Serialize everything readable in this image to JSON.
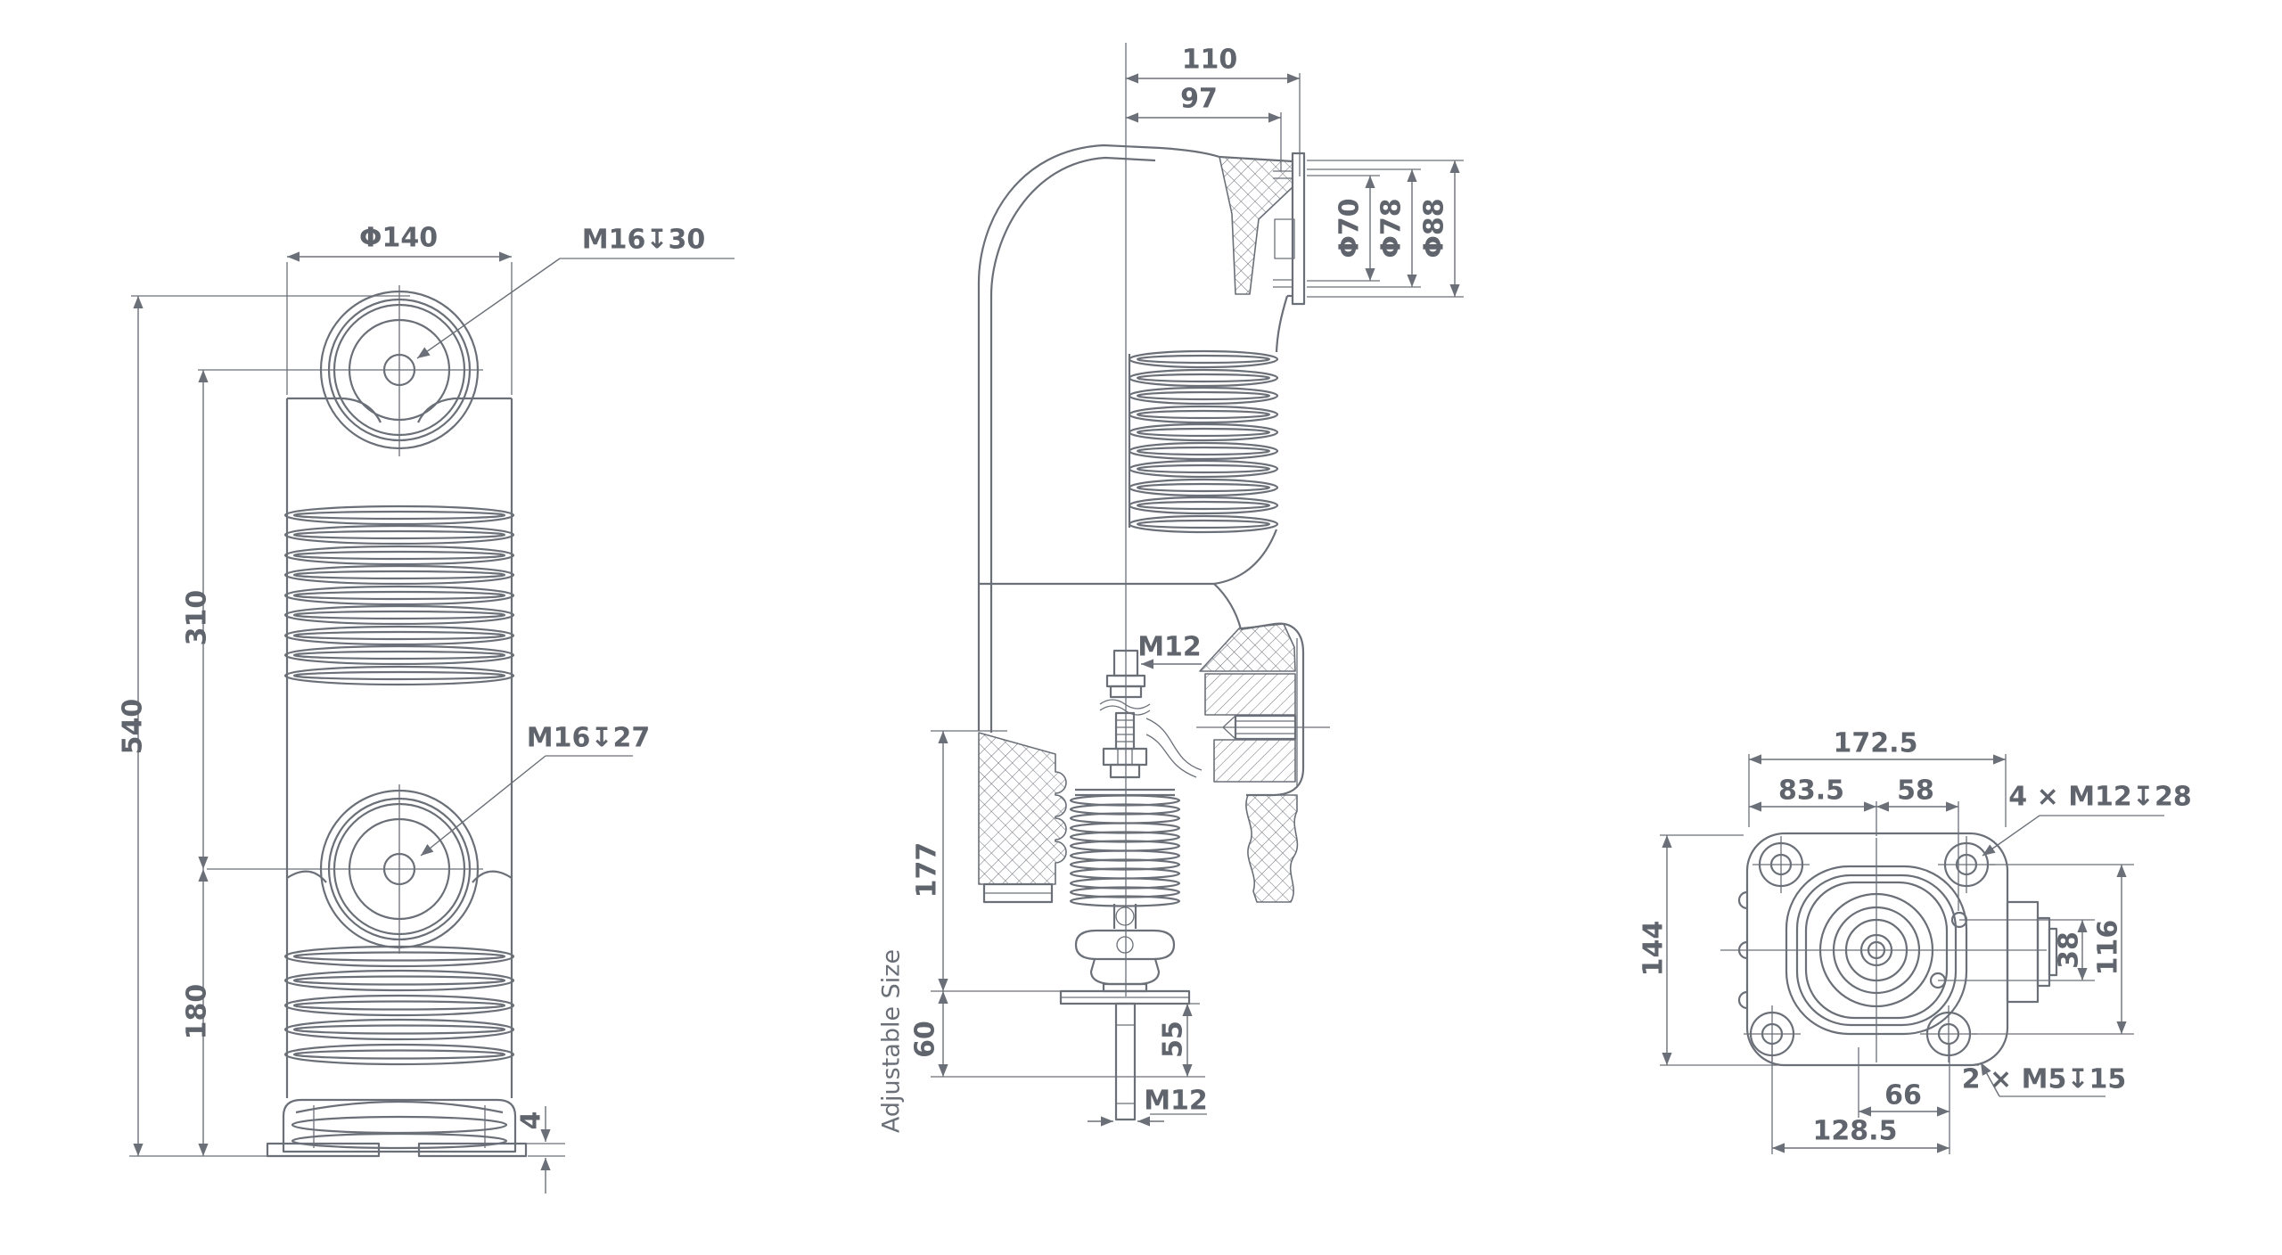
{
  "colors": {
    "line": "#6b7078",
    "text": "#60646c",
    "background": "#ffffff"
  },
  "front_view": {
    "dia": "Φ140",
    "thread_upper": "M16↧30",
    "thread_lower": "M16↧27",
    "height_total": "540",
    "center_spacing": "310",
    "lower_spacing": "180",
    "base_thickness": "4"
  },
  "side_view": {
    "width_total": "110",
    "width_inner": "97",
    "dia_inner": "Φ70",
    "dia_mid": "Φ78",
    "dia_outer": "Φ88",
    "thread_mid": "M12",
    "insulator_height": "177",
    "adjustable_gap": "60",
    "rod_length": "55",
    "thread_bottom": "M12",
    "note_adjustable": "Adjustable Size"
  },
  "bottom_view": {
    "width_total": "172.5",
    "offset_left": "83.5",
    "offset_right": "58",
    "thread_corner": "4 × M12↧28",
    "height_total": "144",
    "hole_spacing": "38",
    "hole_row_spacing": "116",
    "bottom_offset": "66",
    "bolt_spacing": "128.5",
    "thread_side": "2 × M5↧15"
  }
}
